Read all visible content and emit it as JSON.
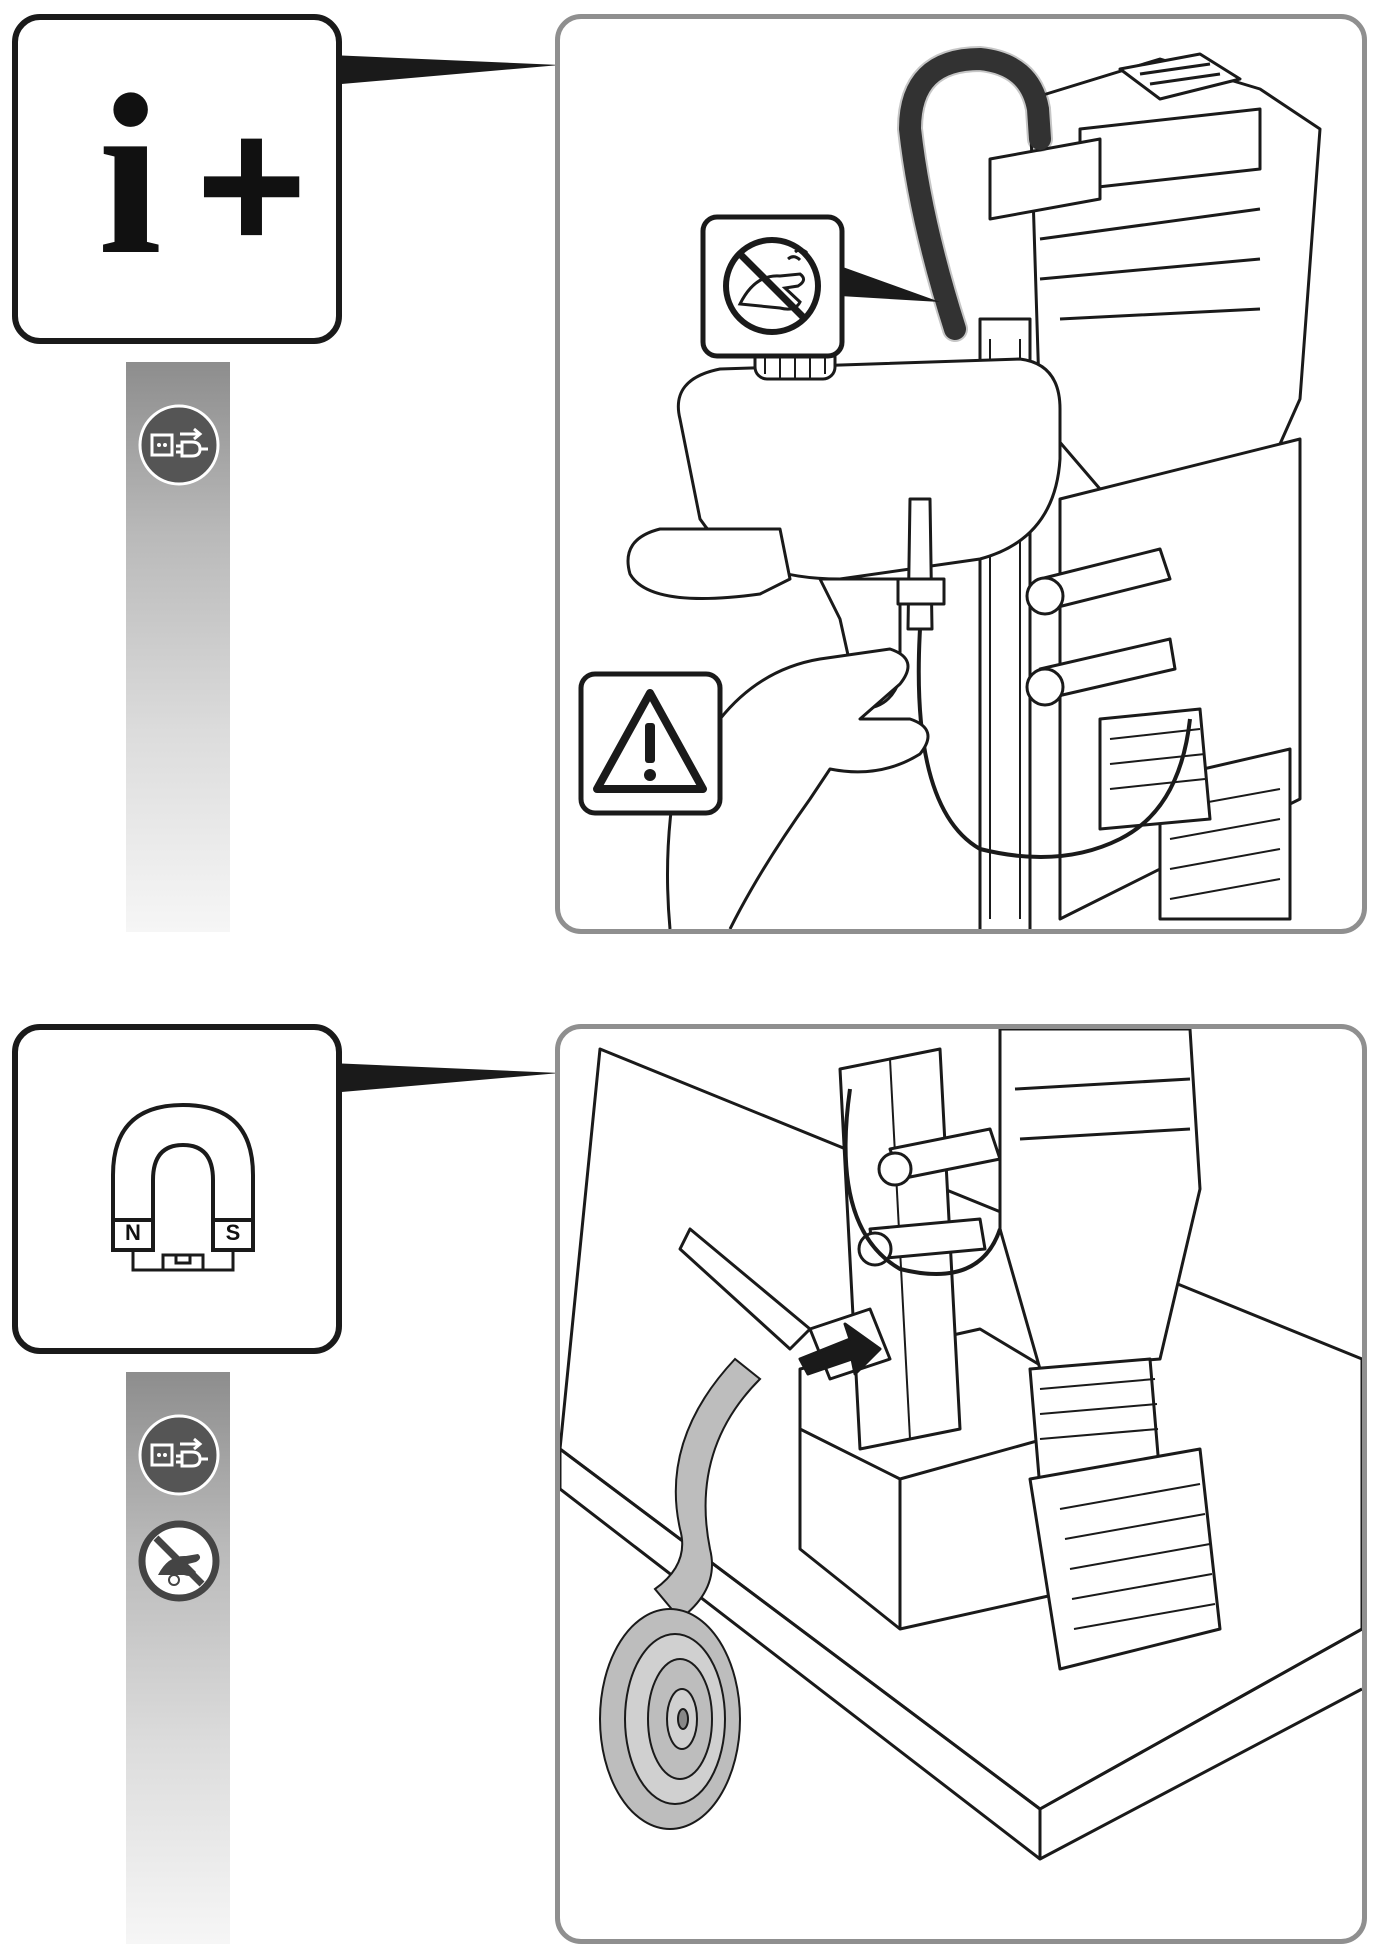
{
  "top": {
    "info_icon": {
      "letter": "i",
      "sign": "+"
    },
    "strip_icons": [
      "unplug-icon"
    ],
    "callout_icons": [
      "no-touch-hot-icon",
      "warning-triangle-icon"
    ]
  },
  "bottom": {
    "magnet_icon": {
      "north_label": "N",
      "south_label": "S"
    },
    "strip_icons": [
      "unplug-icon",
      "no-touch-chips-icon"
    ]
  },
  "colors": {
    "frame": "#1a1a1a",
    "panel_border": "#8f8f8f",
    "strip_top": "#8d8d8d",
    "hose": "#3a3a3a"
  }
}
